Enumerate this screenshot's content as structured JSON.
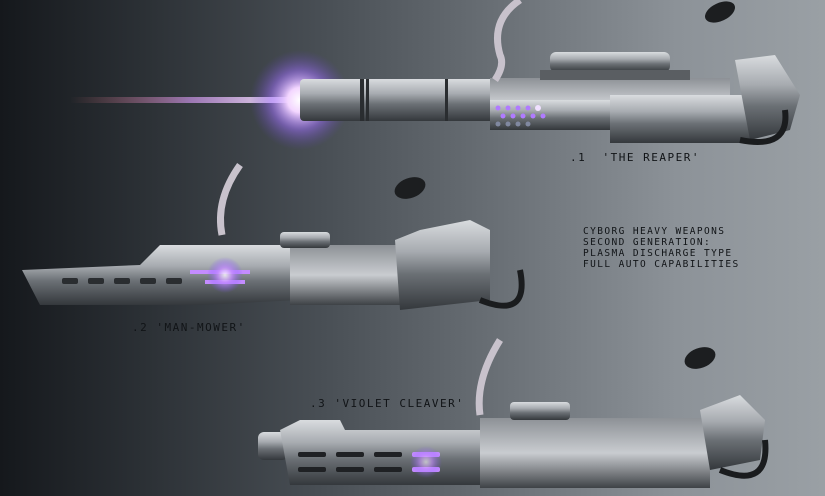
{
  "artwork": {
    "background": {
      "left": "#15181c",
      "right": "#9aa0a5"
    },
    "accent_glow": "#b07bff"
  },
  "weapons": [
    {
      "index": ".1",
      "name": "'THE REAPER'",
      "label": ".1  'THE REAPER'",
      "icon": "plasma-rifle-icon",
      "firing": true
    },
    {
      "index": ".2",
      "name": "'MAN-MOWER'",
      "label": ".2 'MAN-MOWER'",
      "icon": "plasma-rifle-icon",
      "firing": false
    },
    {
      "index": ".3",
      "name": "'VIOLET CLEAVER'",
      "label": ".3 'VIOLET CLEAVER'",
      "icon": "plasma-rifle-icon",
      "firing": false
    }
  ],
  "spec_notes": {
    "lines": [
      "CYBORG HEAVY WEAPONS",
      "SECOND GENERATION:",
      "PLASMA DISCHARGE TYPE",
      "FULL AUTO CAPABILITIES"
    ]
  }
}
